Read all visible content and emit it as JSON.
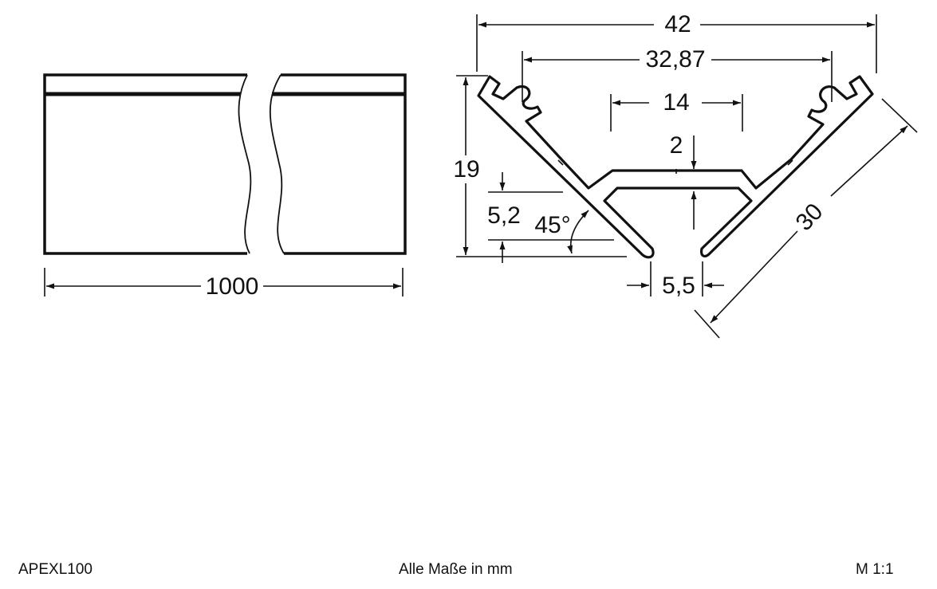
{
  "dimensions": {
    "length": "1000",
    "width_total": "42",
    "width_inner": "32,87",
    "channel_width": "14",
    "wall_thickness": "2",
    "height": "19",
    "lip_height": "5,2",
    "angle": "45°",
    "gap": "5,5",
    "diagonal": "30"
  },
  "footer": {
    "article": "APEXL100",
    "note": "Alle Maße in mm",
    "scale": "M 1:1"
  }
}
